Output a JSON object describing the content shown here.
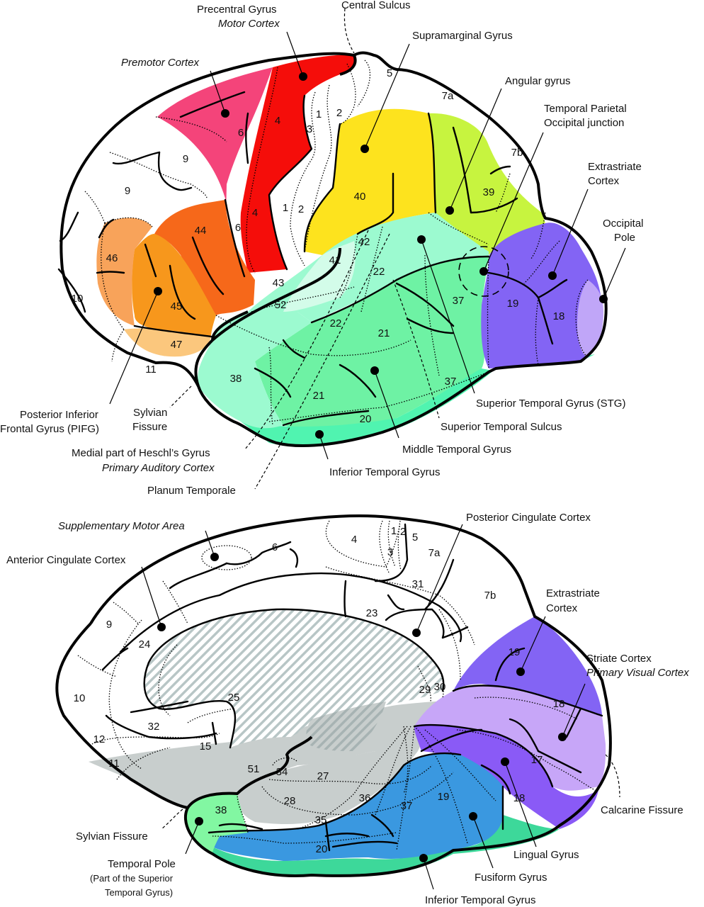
{
  "colors": {
    "motor": "#f50d0a",
    "premotor": "#f4447a",
    "area44": "#f6681a",
    "area45": "#f7971c",
    "area46": "#f8a35a",
    "area47": "#fbc77d",
    "supramarginal": "#fde31e",
    "angular": "#c7f43f",
    "stg": "#9cfad0",
    "area41": "#d3fce9",
    "mtg": "#6ef2a4",
    "itg_lateral": "#50f4b0",
    "extrastriate": "#8364f4",
    "occipital_pole": "#c0a6f8",
    "corpus_callosum_hatch": "#b8c6c6",
    "medial_grey": "#c8cecd",
    "temporal_pole": "#82f7a2",
    "itg_medial": "#3dd89a",
    "fusiform": "#3a98e0",
    "lingual": "#8a5af6",
    "striate": "#c7a6f8",
    "outline": "#000000"
  },
  "lateral_view": {
    "annotations": {
      "precentral": "Precentral Gyrus",
      "motor_cortex": "Motor Cortex",
      "central_sulcus": "Central Sulcus",
      "premotor": "Premotor Cortex",
      "supramarginal": "Supramarginal Gyrus",
      "angular": "Angular gyrus",
      "tpo_1": "Temporal Parietal",
      "tpo_2": "Occipital junction",
      "extrastriate_1": "Extrastriate",
      "extrastriate_2": "Cortex",
      "occipital_1": "Occipital",
      "occipital_2": "Pole",
      "pifg_1": "Posterior Inferior",
      "pifg_2": "Frontal Gyrus (PIFG)",
      "sylvian_1": "Sylvian",
      "sylvian_2": "Fissure",
      "heschl": "Medial part of Heschl’s Gyrus",
      "primary_auditory": "Primary Auditory Cortex",
      "planum": "Planum Temporale",
      "itg": "Inferior Temporal Gyrus",
      "mtg": "Middle Temporal Gyrus",
      "sts": "Superior Temporal Sulcus",
      "stg": "Superior Temporal Gyrus (STG)"
    },
    "areas": {
      "a4a": "4",
      "a4b": "4",
      "a6a": "6",
      "a6b": "6",
      "a9a": "9",
      "a9b": "9",
      "a1a": "1",
      "a2a": "2",
      "a3": "3",
      "a1b": "1",
      "a2b": "2",
      "a5": "5",
      "a7a": "7a",
      "a7b": "7b",
      "a40": "40",
      "a39": "39",
      "a44": "44",
      "a46": "46",
      "a45": "45",
      "a47": "47",
      "a10": "10",
      "a11": "11",
      "a43": "43",
      "a41": "41",
      "a42": "42",
      "a22a": "22",
      "a22b": "22",
      "a52": "52",
      "a37a": "37",
      "a37b": "37",
      "a19": "19",
      "a18": "18",
      "a21a": "21",
      "a21b": "21",
      "a38": "38",
      "a20": "20"
    }
  },
  "medial_view": {
    "annotations": {
      "sma": "Supplementary Motor Area",
      "acc": "Anterior Cingulate Cortex",
      "pcc": "Posterior Cingulate Cortex",
      "extrastriate_1": "Extrastriate",
      "extrastriate_2": "Cortex",
      "striate": "Striate Cortex",
      "primary_visual": "Primary Visual Cortex",
      "calcarine": "Calcarine Fissure",
      "lingual": "Lingual Gyrus",
      "fusiform": "Fusiform Gyrus",
      "itg": "Inferior Temporal Gyrus",
      "sylvian": "Sylvian Fissure",
      "tpole_1": "Temporal Pole",
      "tpole_2": "(Part of the Superior",
      "tpole_3": "Temporal Gyrus)"
    },
    "areas": {
      "a6": "6",
      "a4": "4",
      "a1": "1",
      "a2": "2",
      "a3": "3",
      "a5": "5",
      "a7a": "7a",
      "a7b": "7b",
      "a31": "31",
      "a23": "23",
      "a9": "9",
      "a24": "24",
      "a10": "10",
      "a25": "25",
      "a32": "32",
      "a12": "12",
      "a15": "15",
      "a11": "11",
      "a29": "29",
      "a30": "30",
      "a19a": "19",
      "a18a": "18",
      "a17": "17",
      "a18b": "18",
      "a51": "51",
      "a34": "34",
      "a27": "27",
      "a28": "28",
      "a35": "35",
      "a36": "36",
      "a37": "37",
      "a19b": "19",
      "a38": "38",
      "a20": "20"
    }
  }
}
